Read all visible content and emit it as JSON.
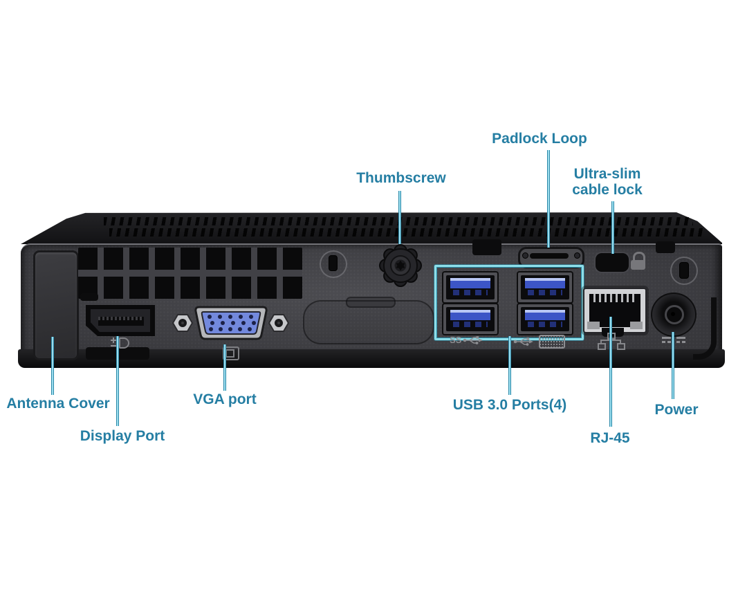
{
  "colors": {
    "background": "#ffffff",
    "label_text": "#257ea3",
    "leader_line": "#2d89a8",
    "usb_highlight_box": "#8edee8",
    "chassis_panel": "#414146",
    "usb_tongue_blue": "#3c55c6",
    "vga_inset_blue": "#7389dd"
  },
  "callouts": {
    "thumbscrew": {
      "label": "Thumbscrew"
    },
    "padlock_loop": {
      "label": "Padlock Loop"
    },
    "cable_lock": {
      "line1": "Ultra-slim",
      "line2": "cable lock"
    },
    "antenna_cover": {
      "label": "Antenna Cover"
    },
    "display_port": {
      "label": "Display Port"
    },
    "vga_port": {
      "label": "VGA port"
    },
    "usb_ports": {
      "label": "USB 3.0 Ports(4)"
    },
    "rj45": {
      "label": "RJ-45"
    },
    "power": {
      "label": "Power"
    }
  },
  "device": {
    "usb_port_count": 4,
    "ss_label": "SS",
    "icons": [
      "displayport-icon",
      "vga-icon",
      "usb-ss-icon",
      "usb-trident-icon",
      "keyboard-icon",
      "ethernet-icon",
      "padlock-icon",
      "dc-power-icon"
    ]
  }
}
